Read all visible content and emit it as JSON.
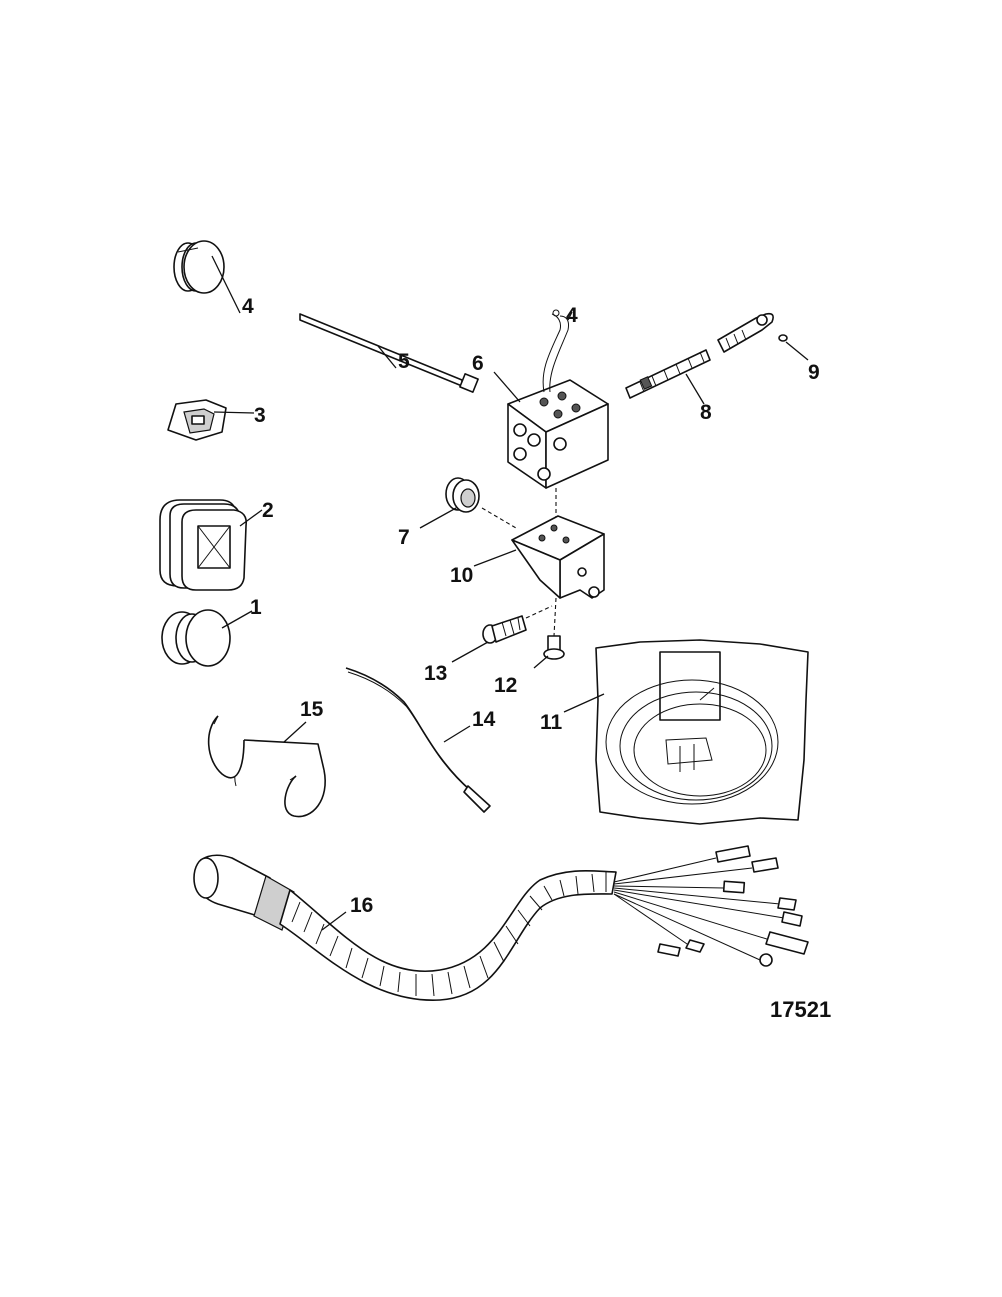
{
  "figure": {
    "number": "17521",
    "callouts": [
      {
        "id": "c1",
        "label": "1"
      },
      {
        "id": "c2",
        "label": "2"
      },
      {
        "id": "c3",
        "label": "3"
      },
      {
        "id": "c4a",
        "label": "4"
      },
      {
        "id": "c4b",
        "label": "4"
      },
      {
        "id": "c5",
        "label": "5"
      },
      {
        "id": "c6",
        "label": "6"
      },
      {
        "id": "c7",
        "label": "7"
      },
      {
        "id": "c8",
        "label": "8"
      },
      {
        "id": "c9",
        "label": "9"
      },
      {
        "id": "c10",
        "label": "10"
      },
      {
        "id": "c11",
        "label": "11"
      },
      {
        "id": "c12",
        "label": "12"
      },
      {
        "id": "c13",
        "label": "13"
      },
      {
        "id": "c14",
        "label": "14"
      },
      {
        "id": "c15",
        "label": "15"
      },
      {
        "id": "c16",
        "label": "16"
      }
    ]
  }
}
